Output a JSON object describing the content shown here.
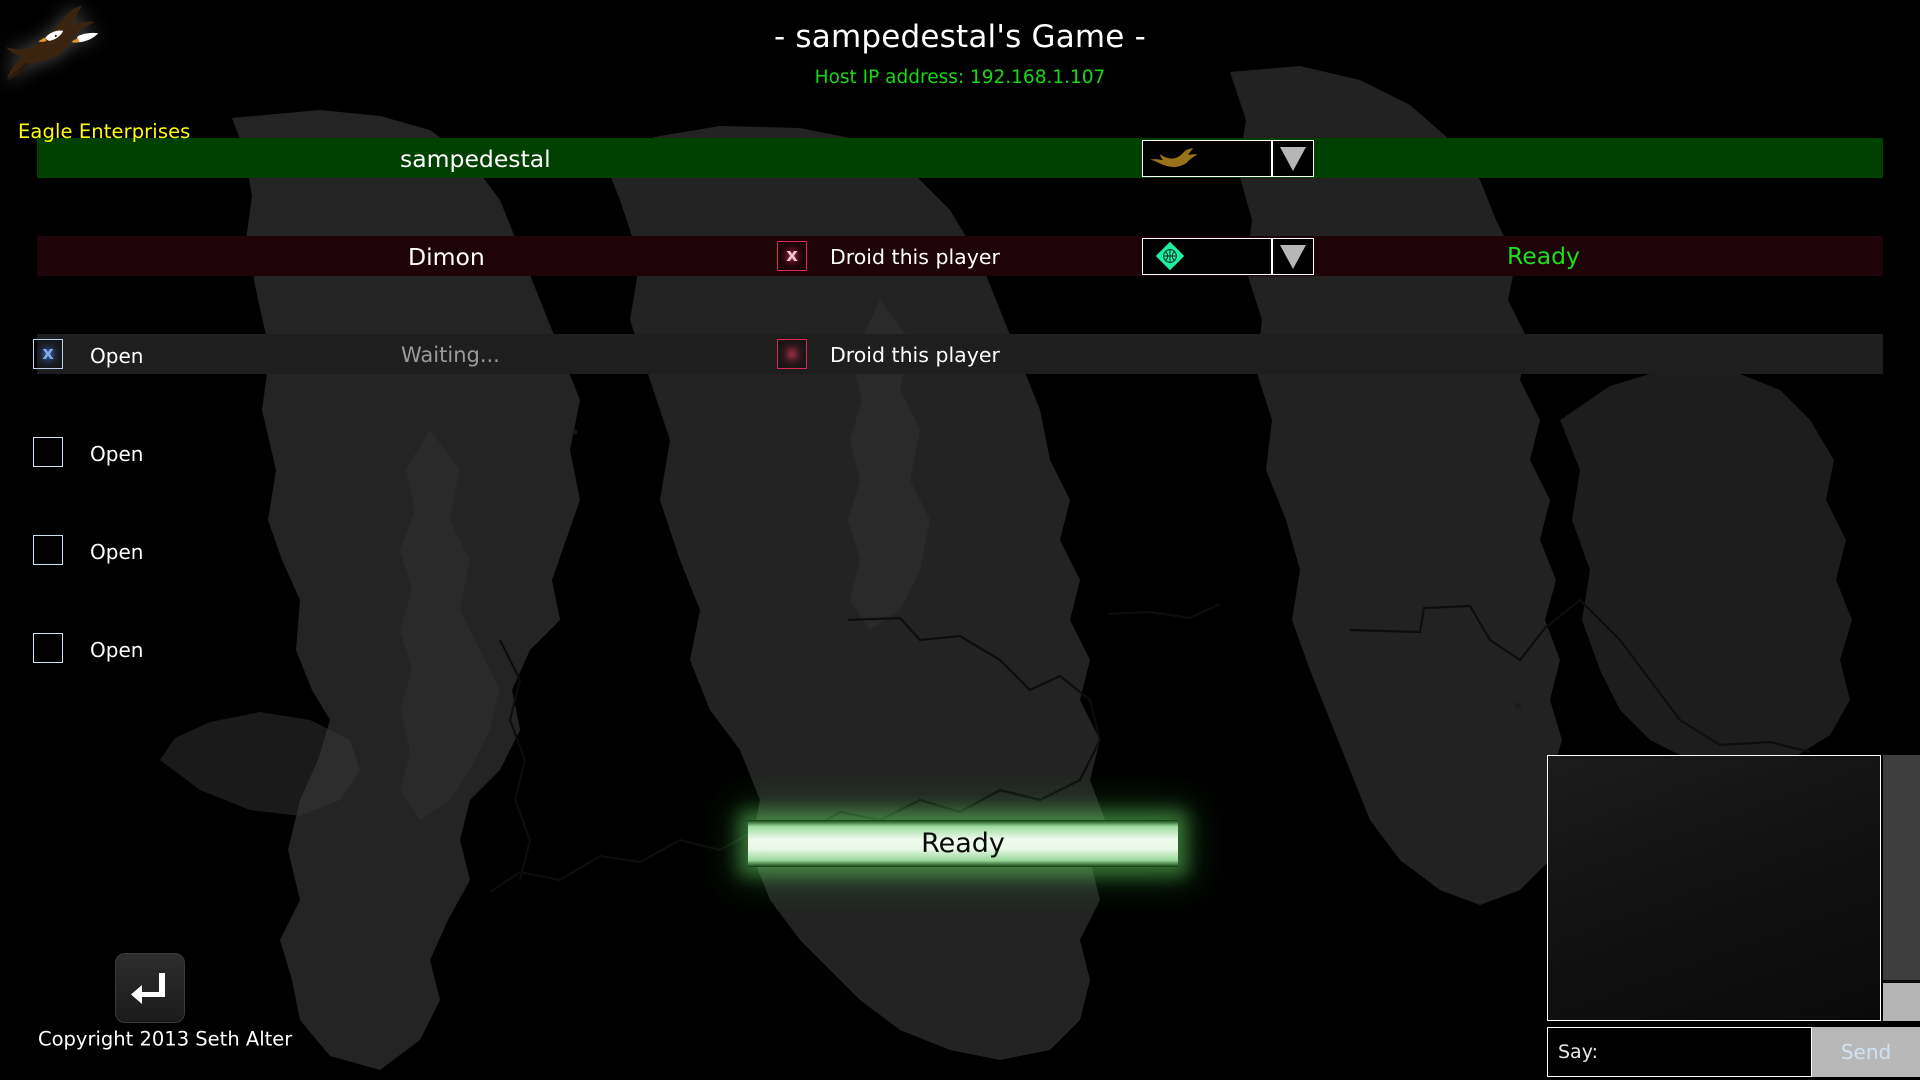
{
  "brand": {
    "name": "Eagle Enterprises",
    "logo_icon": "eagle-icon",
    "color": "#ffff00"
  },
  "header": {
    "title": "- sampedestal's Game -",
    "host_ip_label": "Host IP address: 192.168.1.107",
    "host_ip_color": "#16d816"
  },
  "slots": [
    {
      "kind": "player",
      "row_color": "#004000",
      "player_name": "sampedestal",
      "faction_icon": "eagle-faction-icon",
      "faction_icon_color": "#9a7318",
      "dropdown_arrow_icon": "chevron-down-icon",
      "has_droid_toggle": false,
      "droid_label": "",
      "droid_checked": false,
      "status_label": "",
      "status_color": ""
    },
    {
      "kind": "player",
      "row_color": "#1e0408",
      "player_name": "Dimon",
      "faction_icon": "diamond-faction-icon",
      "faction_icon_color": "#1ef0a0",
      "dropdown_arrow_icon": "chevron-down-icon",
      "has_droid_toggle": true,
      "droid_label": "Droid this player",
      "droid_checked": true,
      "status_label": "Ready",
      "status_color": "#19e019"
    },
    {
      "kind": "open-active",
      "row_color": "#1e1e1e",
      "open_label": "Open",
      "open_checked": true,
      "waiting_label": "Waiting...",
      "has_droid_toggle": true,
      "droid_label": "Droid this player",
      "droid_checked": false
    },
    {
      "kind": "open",
      "open_label": "Open",
      "open_checked": false
    },
    {
      "kind": "open",
      "open_label": "Open",
      "open_checked": false
    },
    {
      "kind": "open",
      "open_label": "Open",
      "open_checked": false
    }
  ],
  "ready_button": {
    "label": "Ready",
    "accent": "#9fdc9f",
    "glow": "#78eb78"
  },
  "back_button": {
    "icon": "return-arrow-icon",
    "label": ""
  },
  "footer": {
    "copyright": "Copyright 2013 Seth Alter"
  },
  "chat": {
    "log_text": "",
    "input_placeholder": "Say:",
    "input_value": "",
    "send_label": "Send",
    "send_text_color": "#cfe2f4",
    "scrollbar": {
      "thumb_icon": "scrollbar-thumb",
      "down_icon": "scroll-down-button"
    }
  }
}
